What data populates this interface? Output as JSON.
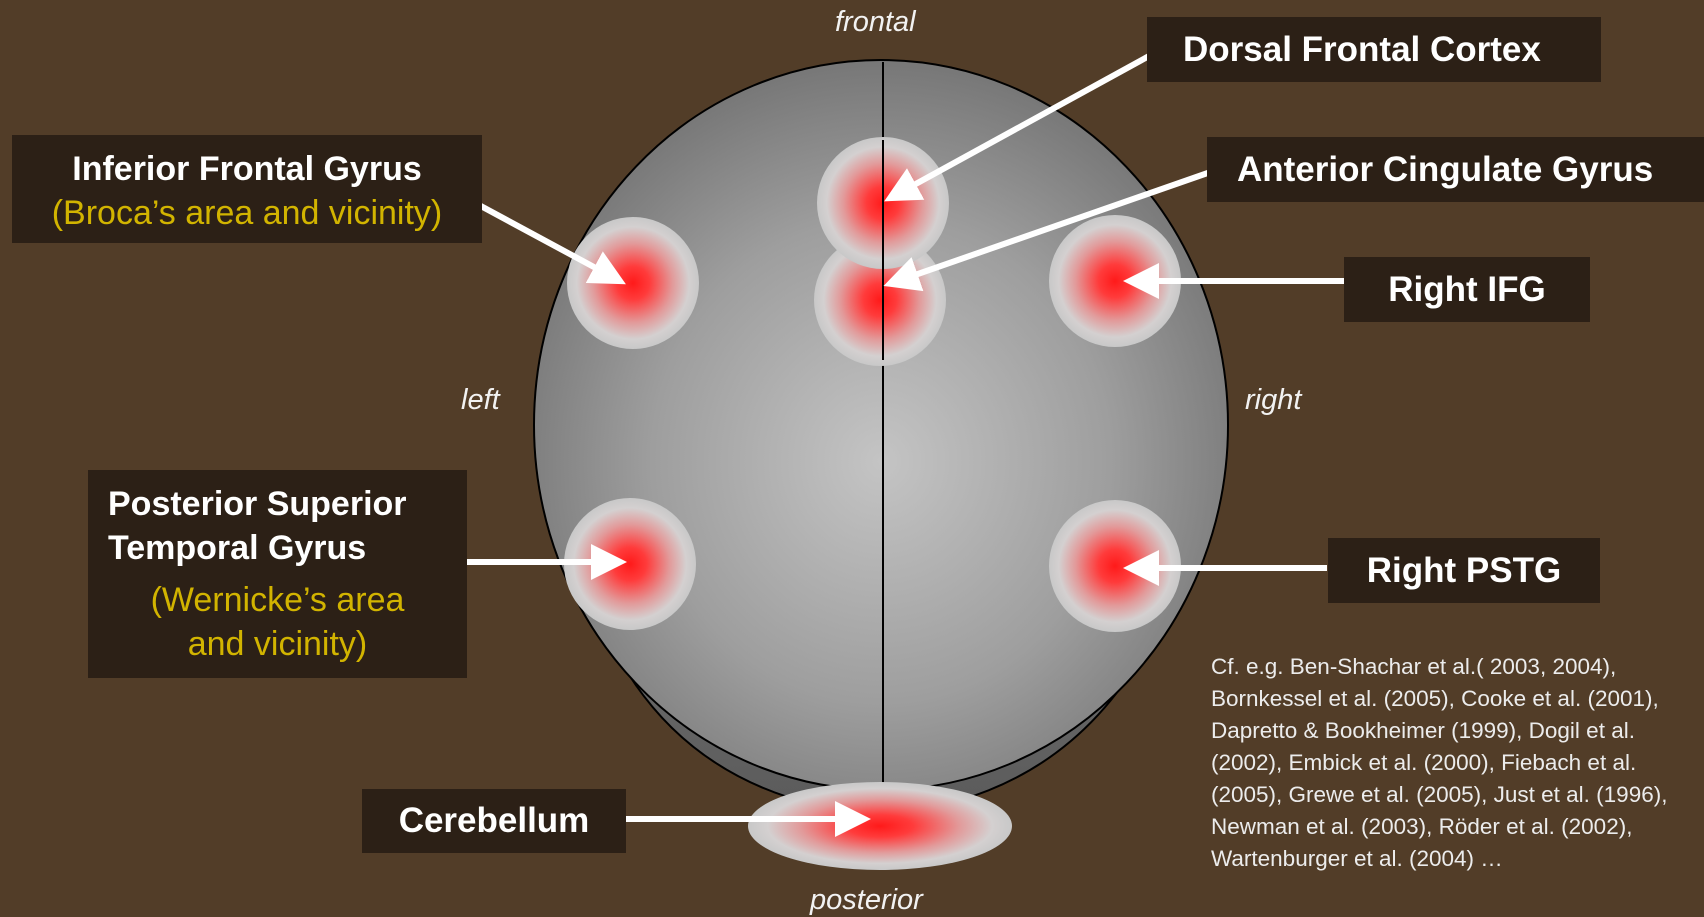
{
  "directions": {
    "frontal": "frontal",
    "posterior": "posterior",
    "left": "left",
    "right": "right"
  },
  "labels": {
    "ifg_title": "Inferior Frontal Gyrus",
    "ifg_sub": "(Broca’s area and vicinity)",
    "dfc": "Dorsal Frontal Cortex",
    "acg": "Anterior Cingulate Gyrus",
    "rifg": "Right IFG",
    "pstg_line1": "Posterior Superior",
    "pstg_line2": "Temporal Gyrus",
    "pstg_sub1": "(Wernicke’s area",
    "pstg_sub2": "and vicinity)",
    "rpstg": "Right PSTG",
    "cerebellum": "Cerebellum"
  },
  "references": [
    "Cf. e.g. Ben-Shachar et al.( 2003, 2004),",
    "Bornkessel et al. (2005), Cooke et al. (2001),",
    "Dapretto & Bookheimer (1999), Dogil et al.",
    "(2002), Embick et al. (2000), Fiebach et al.",
    "(2005), Grewe et al. (2005), Just et al. (1996),",
    "Newman et al. (2003), Röder et al. (2002),",
    "Wartenburger et al. (2004) …"
  ],
  "colors": {
    "background": "#523d28",
    "box": "#2c2016",
    "subtitle": "#d2b400",
    "hotspot": "#ff1a1a"
  }
}
